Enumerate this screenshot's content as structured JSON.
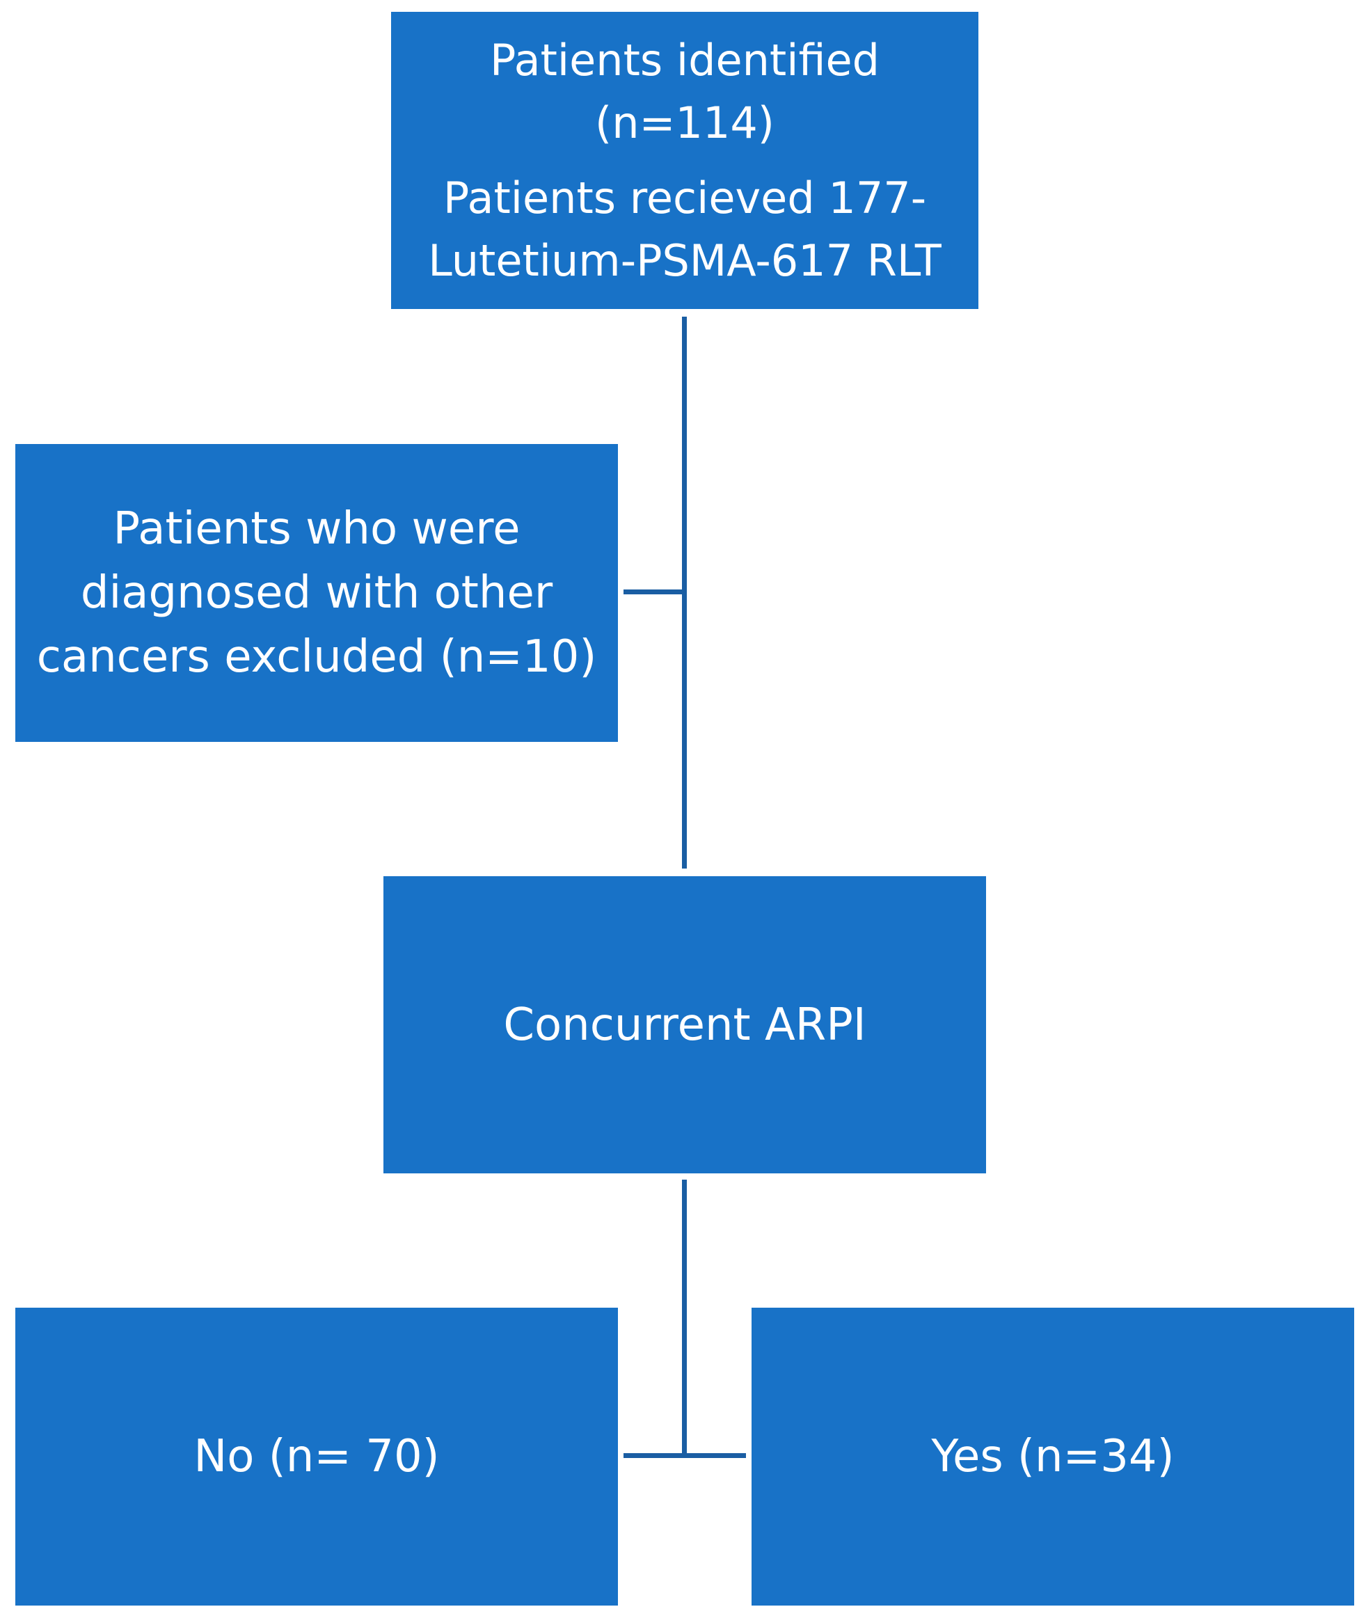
{
  "nodes": {
    "top": {
      "line1": "Patients identified",
      "line2": "(n=114)",
      "line3": "Patients recieved 177-",
      "line4": "Lutetium-PSMA-617 RLT"
    },
    "exclude": {
      "line1": "Patients who were",
      "line2": "diagnosed with other",
      "line3": "cancers excluded (n=10)"
    },
    "arpi": {
      "label": "Concurrent ARPI"
    },
    "no": {
      "label": "No (n= 70)"
    },
    "yes": {
      "label": "Yes (n=34)"
    }
  },
  "colors": {
    "box_fill": "#1872c7",
    "connector": "#1a5ea3",
    "text": "#ffffff"
  }
}
